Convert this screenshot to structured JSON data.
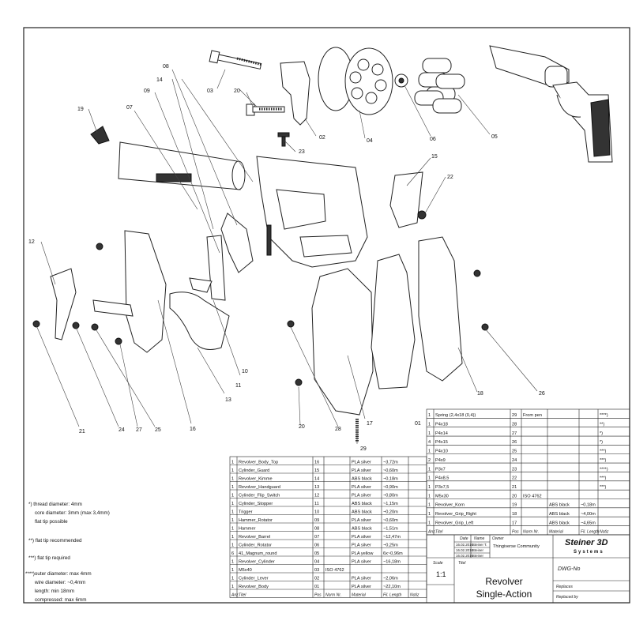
{
  "callouts": [
    "01",
    "02",
    "03",
    "04",
    "05",
    "06",
    "07",
    "08",
    "09",
    "10",
    "11",
    "12",
    "13",
    "14",
    "15",
    "16",
    "17",
    "18",
    "19",
    "20",
    "21",
    "22",
    "23",
    "24",
    "25",
    "26",
    "27",
    "28",
    "29"
  ],
  "notes": [
    "*) thread diameter: 4mm",
    "core diameter: 3mm (max 3,4mm)",
    "flat tip possible",
    "**) flat tip recommended",
    "***) flat tip required",
    "****)outer diameter: max 4mm",
    "wire diameter: ~0,4mm",
    "length: min 18mm",
    "compressed: max 6mm"
  ],
  "bom_left": {
    "header": [
      "Anz.",
      "Titel",
      "Pos",
      "Norm Nr.",
      "Material",
      "Fil. Length",
      "Notiz"
    ],
    "rows": [
      [
        "1",
        "Revolver_Body_Top",
        "16",
        "",
        "PLA silver",
        "~3,72m",
        ""
      ],
      [
        "1",
        "Cylinder_Guard",
        "15",
        "",
        "PLA silver",
        "~0,60m",
        ""
      ],
      [
        "1",
        "Revolver_Kimme",
        "14",
        "",
        "ABS black",
        "~0,18m",
        ""
      ],
      [
        "1",
        "Revolver_Handguard",
        "13",
        "",
        "PLA silver",
        "~0,90m",
        ""
      ],
      [
        "1",
        "Cylinder_Flip_Switch",
        "12",
        "",
        "PLA silver",
        "~0,80m",
        ""
      ],
      [
        "1",
        "Cylinder_Stopper",
        "11",
        "",
        "ABS black",
        "~1,15m",
        ""
      ],
      [
        "1",
        "Trigger",
        "10",
        "",
        "ABS black",
        "~0,20m",
        ""
      ],
      [
        "1",
        "Hammer_Rotator",
        "09",
        "",
        "PLA silver",
        "~0,60m",
        ""
      ],
      [
        "1",
        "Hammer",
        "08",
        "",
        "ABS black",
        "~1,51m",
        ""
      ],
      [
        "1",
        "Revolver_Barrel",
        "07",
        "",
        "PLA silver",
        "~12,47m",
        ""
      ],
      [
        "1",
        "Cylinder_Rotator",
        "06",
        "",
        "PLA silver",
        "~0,25m",
        ""
      ],
      [
        "6",
        "41_Magnum_round",
        "05",
        "",
        "PLA yellow",
        "6x~0,96m",
        ""
      ],
      [
        "1",
        "Revolver_Cylinder",
        "04",
        "",
        "PLA silver",
        "~16,18m",
        ""
      ],
      [
        "1",
        "M5x40",
        "03",
        "ISO 4762",
        "",
        "",
        ""
      ],
      [
        "1",
        "Cylinder_Lever",
        "02",
        "",
        "PLA silver",
        "~2,06m",
        ""
      ],
      [
        "1",
        "Revolver_Body",
        "01",
        "",
        "PLA silver",
        "~22,10m",
        ""
      ]
    ]
  },
  "bom_right": {
    "header": [
      "Anz.",
      "Titel",
      "Pos",
      "Norm Nr.",
      "Material",
      "Fil. Length",
      "Notiz"
    ],
    "rows": [
      [
        "1",
        "Spring (2,4x18 (0,4))",
        "29",
        "From pen",
        "",
        "",
        "****)"
      ],
      [
        "1",
        "P4x18",
        "28",
        "",
        "",
        "",
        "**)"
      ],
      [
        "1",
        "P4x14",
        "27",
        "",
        "",
        "",
        "*)"
      ],
      [
        "4",
        "P4x15",
        "26",
        "",
        "",
        "",
        "*)"
      ],
      [
        "1",
        "P4x10",
        "25",
        "",
        "",
        "",
        "***)"
      ],
      [
        "2",
        "P4x9",
        "24",
        "",
        "",
        "",
        "***)"
      ],
      [
        "1",
        "P3x7",
        "23",
        "",
        "",
        "",
        "****)"
      ],
      [
        "1",
        "P4x8,5",
        "22",
        "",
        "",
        "",
        "***)"
      ],
      [
        "1",
        "P3x7,5",
        "21",
        "",
        "",
        "",
        "***)"
      ],
      [
        "1",
        "M5x30",
        "20",
        "ISO 4762",
        "",
        "",
        ""
      ],
      [
        "1",
        "Revolver_Korn",
        "19",
        "",
        "ABS black",
        "~0,18m",
        ""
      ],
      [
        "1",
        "Revolver_Grip_Right",
        "18",
        "",
        "ABS black",
        "~4,00m",
        ""
      ],
      [
        "1",
        "Revolver_Grip_Left",
        "17",
        "",
        "ABS black",
        "~4,65m",
        ""
      ]
    ]
  },
  "title_block": {
    "company": "Steiner 3D",
    "company_sub": "Systems",
    "title_line1": "Revolver",
    "title_line2": "Single-Action",
    "scale": "1:1",
    "scale_label": "Scale",
    "project": "Thingiverse Community",
    "doc_no": "DWG-No",
    "replaces": "Replaces",
    "replaced_by": "Replaced by",
    "title_label": "Titel",
    "date_rows": [
      "16.02.2016",
      "16.02.2016",
      "16.02.2016"
    ],
    "names": [
      "Steiner T.",
      "Steiner",
      "Steiner"
    ],
    "col_labels": [
      "Date",
      "Name",
      "Owner"
    ]
  }
}
